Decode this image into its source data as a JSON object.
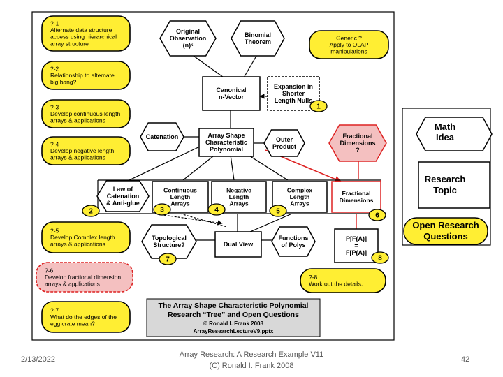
{
  "diagram": {
    "hexagons": {
      "original": [
        "Original",
        "Observation",
        "(n)ᵏ"
      ],
      "binomial": [
        "Binomial",
        "Theorem"
      ],
      "canonical": [
        "Canonical",
        "n-Vector"
      ],
      "expansion": [
        "Expansion in",
        "Shorter",
        "Length Nulls"
      ],
      "catenation": [
        "Catenation"
      ],
      "array_shape": [
        "Array Shape",
        "Characteristic",
        "Polynomial"
      ],
      "outer_product": [
        "Outer",
        "Product"
      ],
      "fractional_q": [
        "Fractional",
        "Dimensions",
        "?"
      ],
      "law": [
        "Law of",
        "Catenation",
        "& Anti-glue"
      ],
      "continuous": [
        "Continuous",
        "Length",
        "Arrays"
      ],
      "negative": [
        "Negative",
        "Length",
        "Arrays"
      ],
      "complex": [
        "Complex",
        "Length",
        "Arrays"
      ],
      "fractional": [
        "Fractional",
        "Dimensions"
      ],
      "topological": [
        "Topological",
        "Structure?"
      ],
      "dual_view": [
        "Dual View"
      ],
      "functions": [
        "Functions",
        "of Polys"
      ],
      "pfa": [
        "P[F(A)]",
        "=",
        "F[P(A)]"
      ]
    },
    "questions": {
      "q1": [
        "?-1",
        "Alternate data structure",
        "access using hierarchical",
        "array structure"
      ],
      "q2": [
        "?-2",
        "Relationship to alternate",
        "big bang?"
      ],
      "q3": [
        "?-3",
        "Develop continuous length",
        "arrays & applications"
      ],
      "q4": [
        "?-4",
        "Develop negative length",
        "arrays & applications"
      ],
      "q5": [
        "?-5",
        "Develop Complex length",
        "arrays & applications"
      ],
      "q6": [
        "?-6",
        "Develop fractional dimension",
        "arrays & applications"
      ],
      "q7": [
        "?-7",
        "What do the edges of the",
        "egg crate mean?"
      ],
      "generic": [
        "Generic ?",
        "Apply to OLAP",
        "manipulations"
      ],
      "q8": [
        "?-8",
        "Work out the details."
      ]
    },
    "markers": [
      "1",
      "2",
      "3",
      "4",
      "5",
      "6",
      "7",
      "8"
    ],
    "caption": [
      "The Array Shape Characteristic Polynomial",
      "Research “Tree” and Open Questions",
      "© Ronald I. Frank 2008",
      "ArrayResearchLectureV9.pptx"
    ]
  },
  "legend": {
    "math_idea": [
      "Math",
      "Idea"
    ],
    "research_topic": [
      "Research",
      "Topic"
    ],
    "open_questions": [
      "Open Research",
      "Questions"
    ]
  },
  "footer": {
    "date": "2/13/2022",
    "center_line1": "Array Research: A Research Example V11",
    "center_line2": "(C) Ronald I. Frank 2008",
    "page": "42"
  },
  "colors": {
    "question_fill": "#ffee33",
    "red": "#dd2222",
    "pink_fill": "#f4c0c0",
    "caption_fill": "#d8d8d8"
  }
}
